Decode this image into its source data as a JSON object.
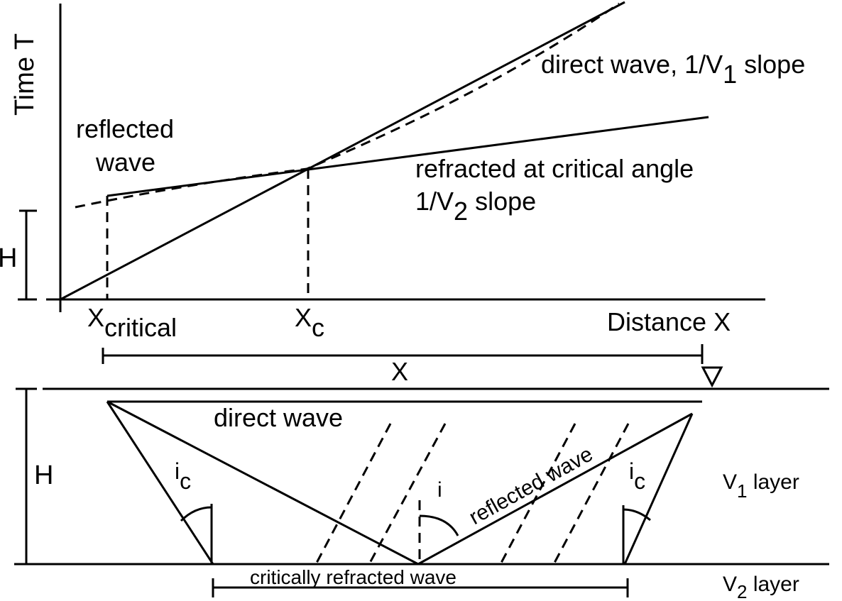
{
  "graph": {
    "y_axis_label": "Time T",
    "x_axis_label": "Distance X",
    "h_label": "H",
    "x_critical": {
      "main": "X",
      "sub": "critical"
    },
    "x_c": {
      "main": "X",
      "sub": "c"
    },
    "reflected_line1": "reflected",
    "reflected_line2": "wave",
    "direct": {
      "pre": "direct wave, 1/V",
      "sub": "1",
      "post": " slope"
    },
    "refracted_line1": "refracted at critical angle",
    "refracted_line2": {
      "pre": "1/V",
      "sub": "2",
      "post": " slope"
    }
  },
  "section": {
    "x_label": "X",
    "h_label": "H",
    "direct_wave": "direct wave",
    "reflected_wave": "reflected wave",
    "critically_refracted": "critically refracted wave",
    "angle_i": "i",
    "ic_left": {
      "main": "i",
      "sub": "c"
    },
    "ic_right": {
      "main": "i",
      "sub": "c"
    },
    "v1_layer": {
      "pre": "V",
      "sub": "1",
      "post": " layer"
    },
    "v2_layer": {
      "pre": "V",
      "sub": "2",
      "post": " layer"
    }
  }
}
